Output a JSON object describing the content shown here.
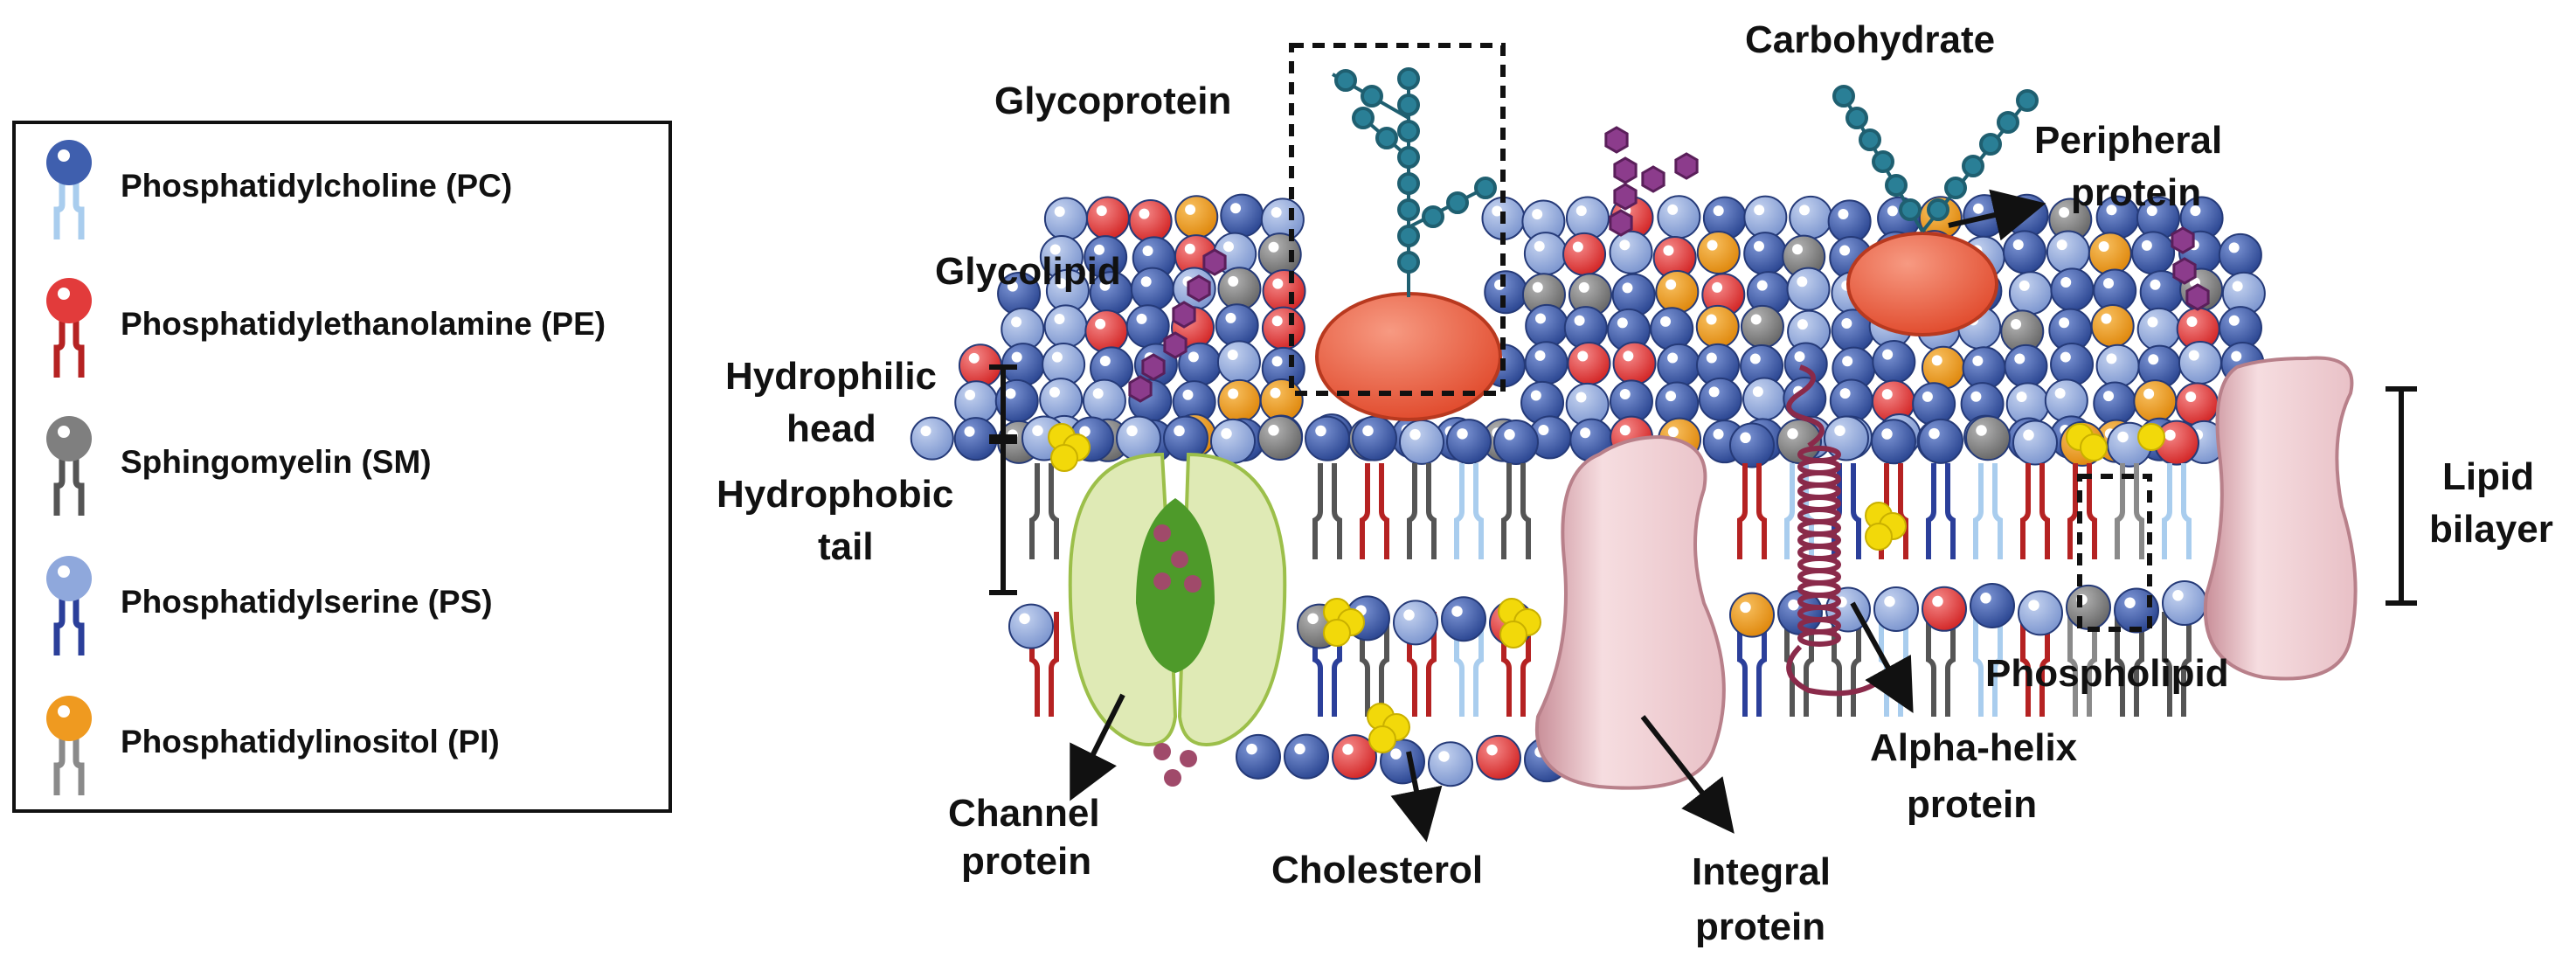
{
  "legend": {
    "items": [
      {
        "label": "Phosphatidylcholine (PC)",
        "color": "#3f5fae",
        "tail": "#a9cdee"
      },
      {
        "label": "Phosphatidylethanolamine (PE)",
        "color": "#e23b3b",
        "tail": "#b52222"
      },
      {
        "label": "Sphingomyelin (SM)",
        "color": "#7f7f7f",
        "tail": "#555555"
      },
      {
        "label": "Phosphatidylserine (PS)",
        "color": "#8fa8dc",
        "tail": "#2b3f9a"
      },
      {
        "label": "Phosphatidylinositol (PI)",
        "color": "#ef9a20",
        "tail": "#8a8a8a"
      }
    ]
  },
  "labels": {
    "glycoprotein": "Glycoprotein",
    "carbohydrate": "Carbohydrate",
    "peripheral_protein_line1": "Peripheral",
    "peripheral_protein_line2": "protein",
    "glycolipid": "Glycolipid",
    "hydrophilic_line1": "Hydrophilic",
    "hydrophilic_line2": "head",
    "hydrophobic_line1": "Hydrophobic",
    "hydrophobic_line2": "tail",
    "lipid_bilayer_line1": "Lipid",
    "lipid_bilayer_line2": "bilayer",
    "phospholipid": "Phospholipid",
    "alpha_helix_line1": "Alpha-helix",
    "alpha_helix_line2": "protein",
    "channel_line1": "Channel",
    "channel_line2": "protein",
    "cholesterol": "Cholesterol",
    "integral_line1": "Integral",
    "integral_line2": "protein"
  },
  "colors": {
    "pc": "#3f5fae",
    "pe": "#e23b3b",
    "sm": "#7f7f7f",
    "ps": "#8fa8dc",
    "pi": "#ef9a20",
    "cholesterol": "#f2d90a",
    "integral_protein": "#f1d2d6",
    "peripheral_protein": "#ec5a3c",
    "channel_outer": "#d8e6a8",
    "channel_inner": "#4e9a2a",
    "carbohydrate_bead": "#2a7f96",
    "glycolipid_hex": "#8c3c8c",
    "helix": "#8a2a4a"
  }
}
